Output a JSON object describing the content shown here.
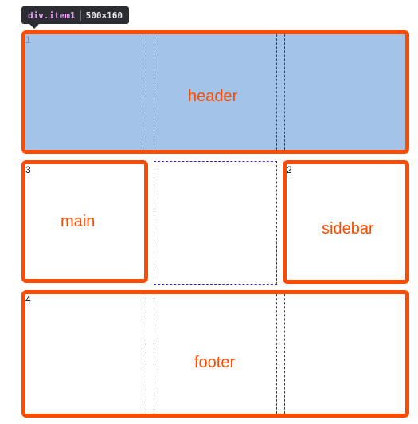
{
  "tooltip": {
    "selector": "div.item1",
    "dimensions": "500×160"
  },
  "grid_items": {
    "header": {
      "label": "header",
      "index": "1"
    },
    "sidebar": {
      "label": "sidebar",
      "index": "2"
    },
    "main": {
      "label": "main",
      "index": "3"
    },
    "footer": {
      "label": "footer",
      "index": "4"
    }
  },
  "colors": {
    "item_border": "#ff4b00",
    "highlight_fill": "#a3c4e8",
    "grid_guides": "#3a2ad0",
    "tooltip_bg": "#2b2d33"
  }
}
